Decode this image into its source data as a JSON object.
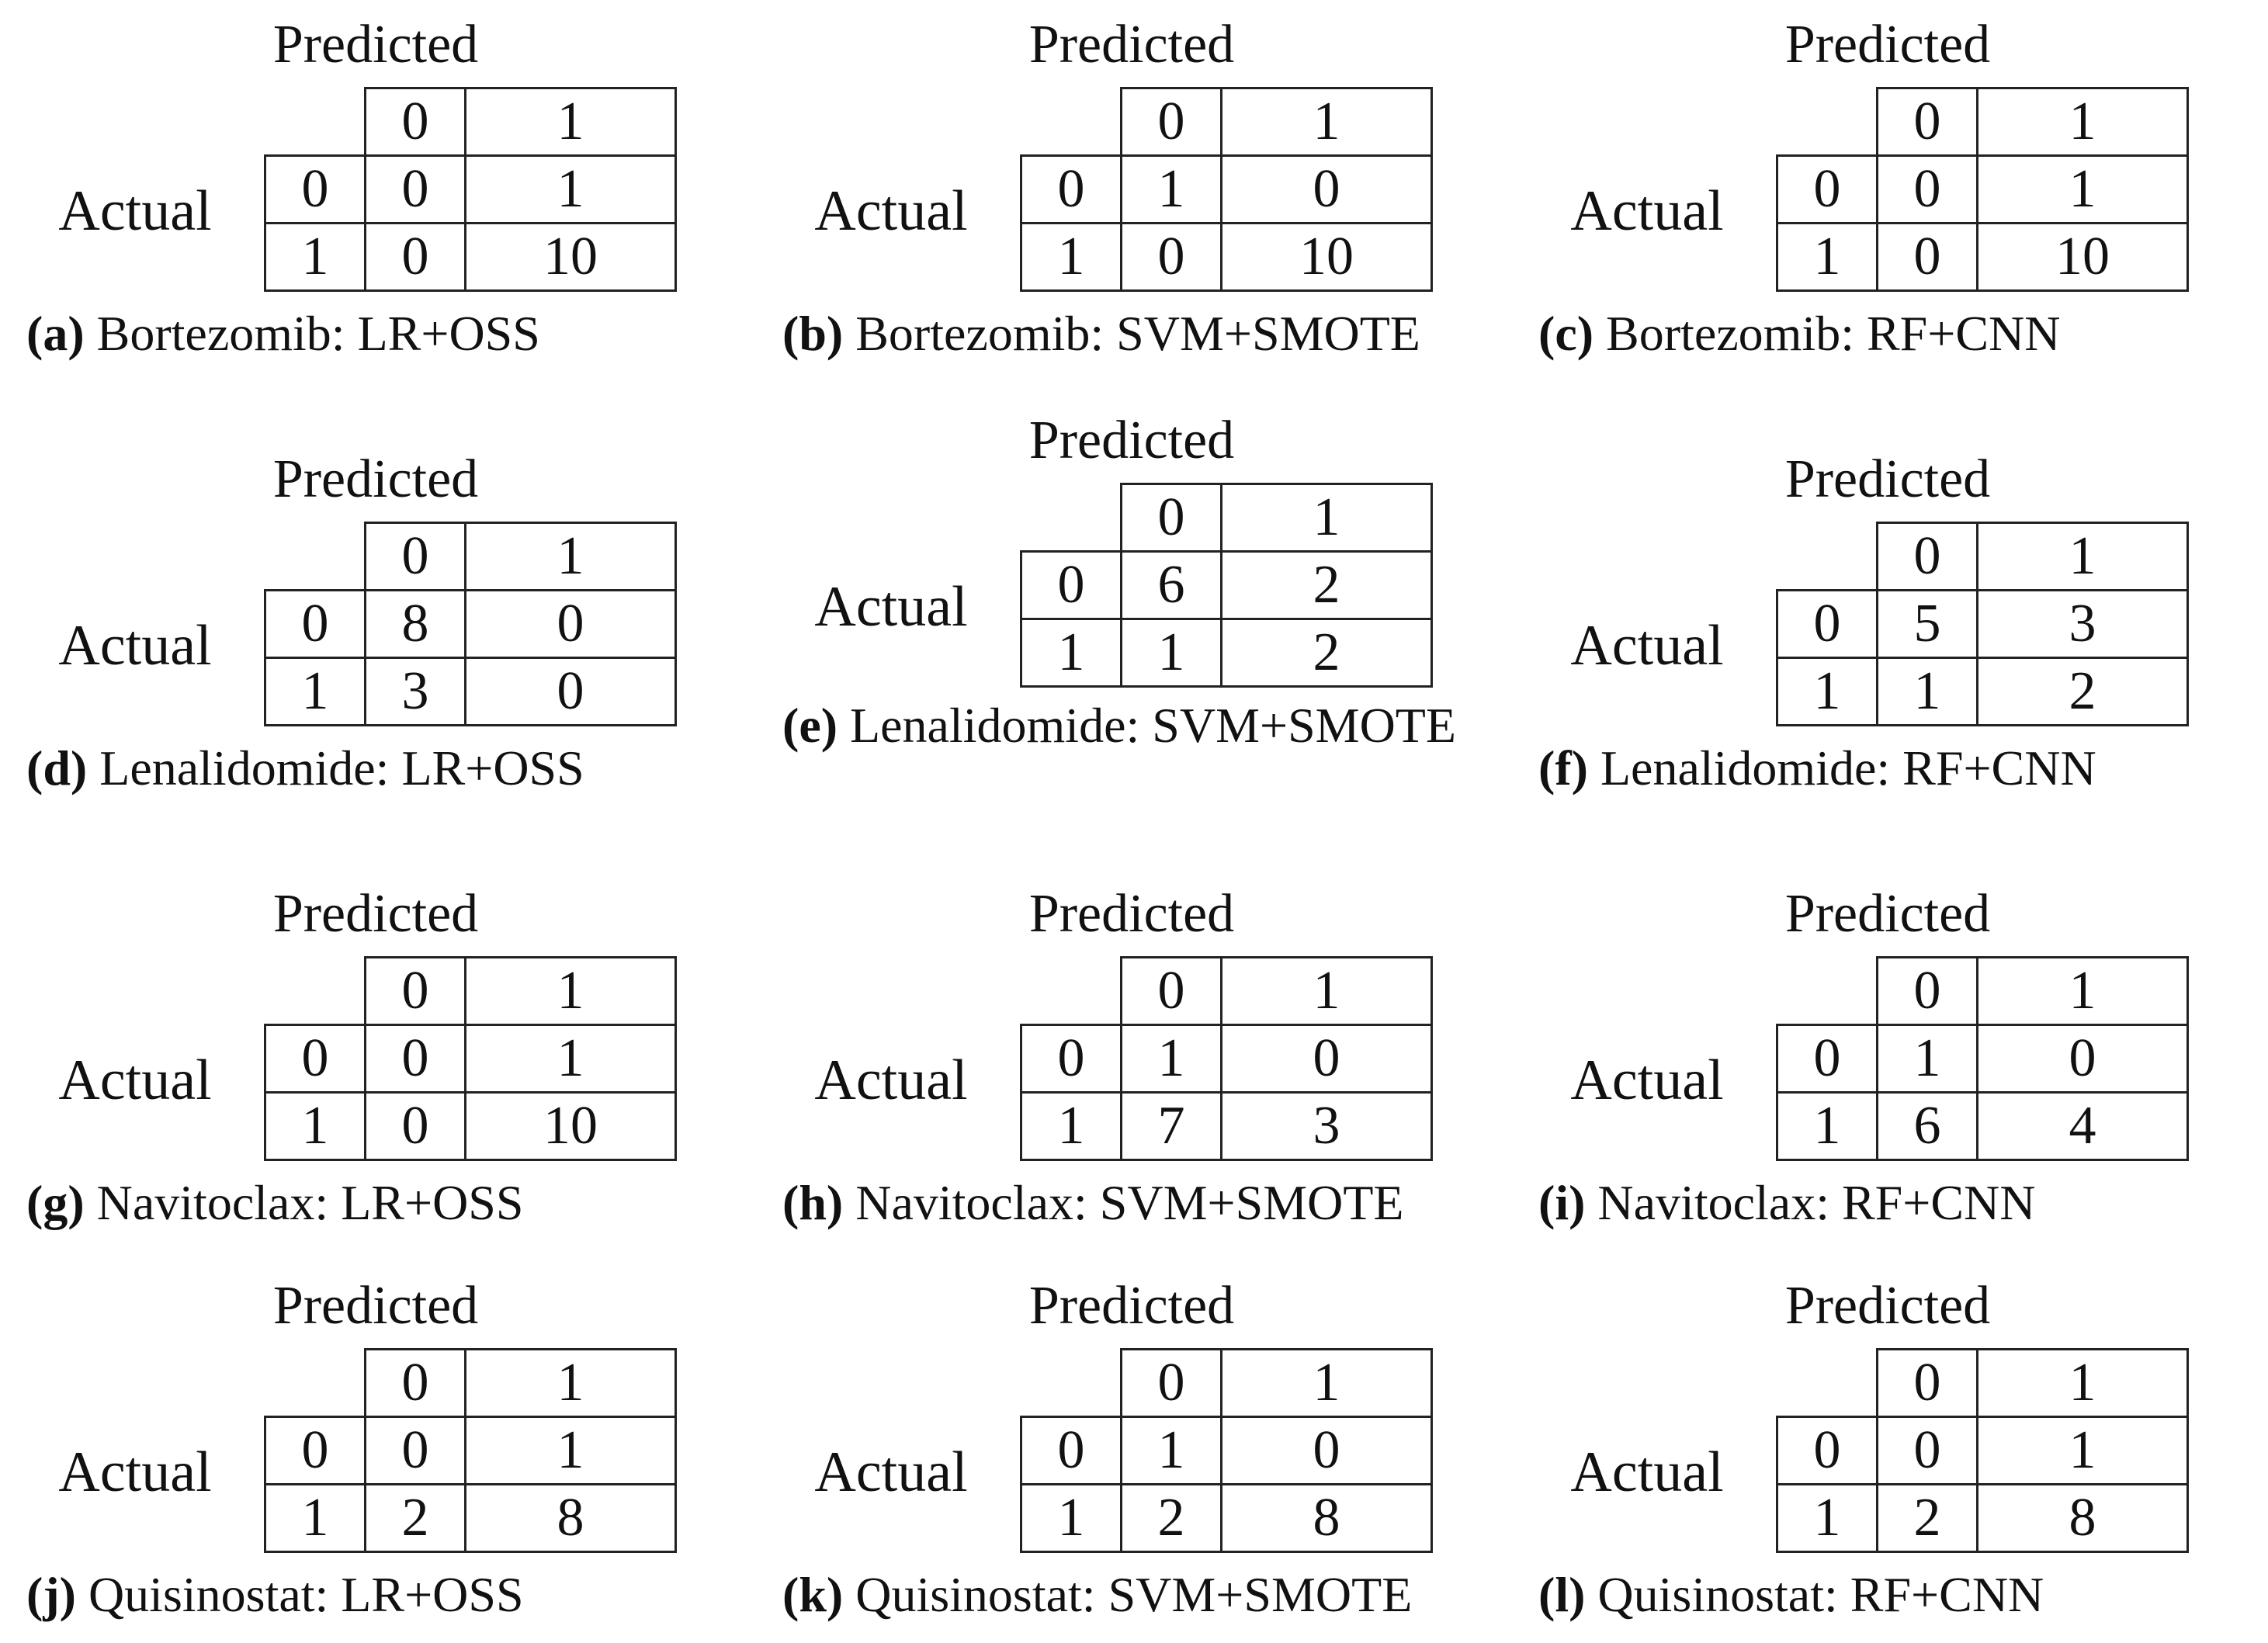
{
  "row_label": "Actual",
  "col_label": "Predicted",
  "class_labels": [
    "0",
    "1"
  ],
  "panels": [
    {
      "label": "(a)",
      "title": "Bortezomib: LR+OSS",
      "matrix": [
        [
          "0",
          "1"
        ],
        [
          "0",
          "10"
        ]
      ]
    },
    {
      "label": "(b)",
      "title": "Bortezomib: SVM+SMOTE",
      "matrix": [
        [
          "1",
          "0"
        ],
        [
          "0",
          "10"
        ]
      ]
    },
    {
      "label": "(c)",
      "title": "Bortezomib: RF+CNN",
      "matrix": [
        [
          "0",
          "1"
        ],
        [
          "0",
          "10"
        ]
      ]
    },
    {
      "label": "(d)",
      "title": "Lenalidomide: LR+OSS",
      "matrix": [
        [
          "8",
          "0"
        ],
        [
          "3",
          "0"
        ]
      ]
    },
    {
      "label": "(e)",
      "title": "Lenalidomide: SVM+SMOTE",
      "matrix": [
        [
          "6",
          "2"
        ],
        [
          "1",
          "2"
        ]
      ]
    },
    {
      "label": "(f)",
      "title": "Lenalidomide: RF+CNN",
      "matrix": [
        [
          "5",
          "3"
        ],
        [
          "1",
          "2"
        ]
      ]
    },
    {
      "label": "(g)",
      "title": "Navitoclax: LR+OSS",
      "matrix": [
        [
          "0",
          "1"
        ],
        [
          "0",
          "10"
        ]
      ]
    },
    {
      "label": "(h)",
      "title": "Navitoclax: SVM+SMOTE",
      "matrix": [
        [
          "1",
          "0"
        ],
        [
          "7",
          "3"
        ]
      ]
    },
    {
      "label": "(i)",
      "title": "Navitoclax: RF+CNN",
      "matrix": [
        [
          "1",
          "0"
        ],
        [
          "6",
          "4"
        ]
      ]
    },
    {
      "label": "(j)",
      "title": "Quisinostat: LR+OSS",
      "matrix": [
        [
          "0",
          "1"
        ],
        [
          "2",
          "8"
        ]
      ]
    },
    {
      "label": "(k)",
      "title": "Quisinostat: SVM+SMOTE",
      "matrix": [
        [
          "1",
          "0"
        ],
        [
          "2",
          "8"
        ]
      ]
    },
    {
      "label": "(l)",
      "title": "Quisinostat: RF+CNN",
      "matrix": [
        [
          "0",
          "1"
        ],
        [
          "2",
          "8"
        ]
      ]
    }
  ]
}
